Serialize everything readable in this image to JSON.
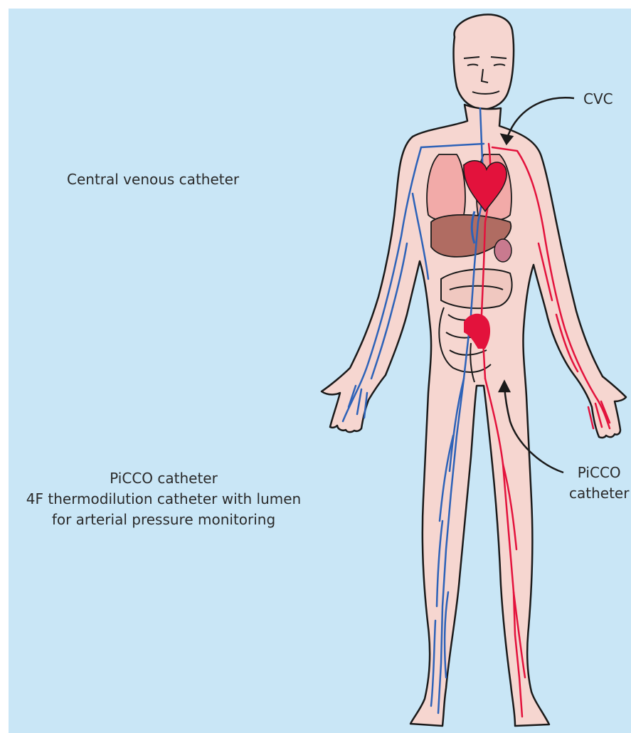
{
  "labels": {
    "cvc_description": "Central venous catheter",
    "picco_description_lines": [
      "PiCCO catheter",
      "4F thermodilution catheter with lumen",
      "for arterial pressure monitoring"
    ],
    "cvc_short": "CVC",
    "picco_short_lines": [
      "PiCCO",
      "catheter"
    ]
  },
  "colors": {
    "background": "#c9e6f6",
    "skin": "#f6d6d0",
    "vein": "#2d62b8",
    "artery": "#e3123c",
    "liver": "#b06c62",
    "lung": "#f2aaa8",
    "outline": "#1a1a1a"
  },
  "icons": [
    "human-body-figure",
    "cvc-pointer-arrow",
    "picco-pointer-arrow"
  ]
}
